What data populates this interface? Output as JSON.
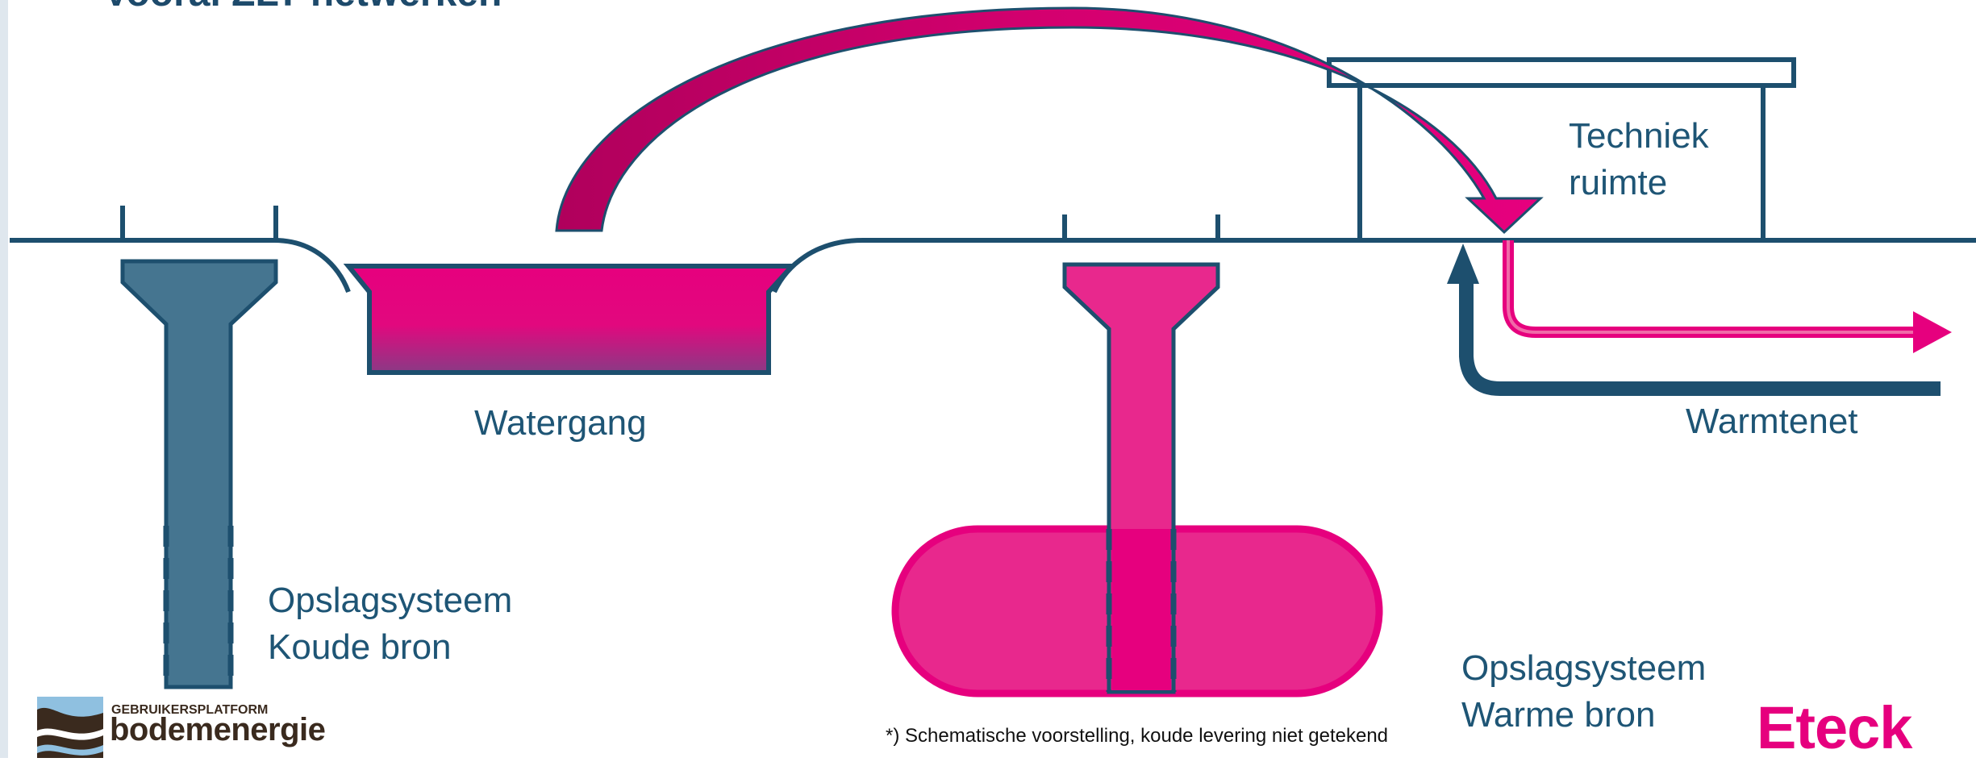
{
  "heading": {
    "bullet": "•",
    "text": "Vooral ZLT-netwerken"
  },
  "labels": {
    "watergang": "Watergang",
    "techniek_line1": "Techniek",
    "techniek_line2": "ruimte",
    "warmtenet": "Warmtenet",
    "koude_line1": "Opslagsysteem",
    "koude_line2": "Koude bron",
    "warme_line1": "Opslagsysteem",
    "warme_line2": "Warme bron"
  },
  "footnote": "*) Schematische voorstelling, koude levering niet getekend",
  "logos": {
    "bodemenergie_small": "GEBRUIKERSPLATFORM",
    "bodemenergie_big": "bodemenergie",
    "eteck": "Eteck"
  },
  "colors": {
    "navy": "#1d4f6e",
    "slate": "#457590",
    "magenta": "#e6007e",
    "pink": "#e8288d",
    "background": "#ffffff"
  }
}
